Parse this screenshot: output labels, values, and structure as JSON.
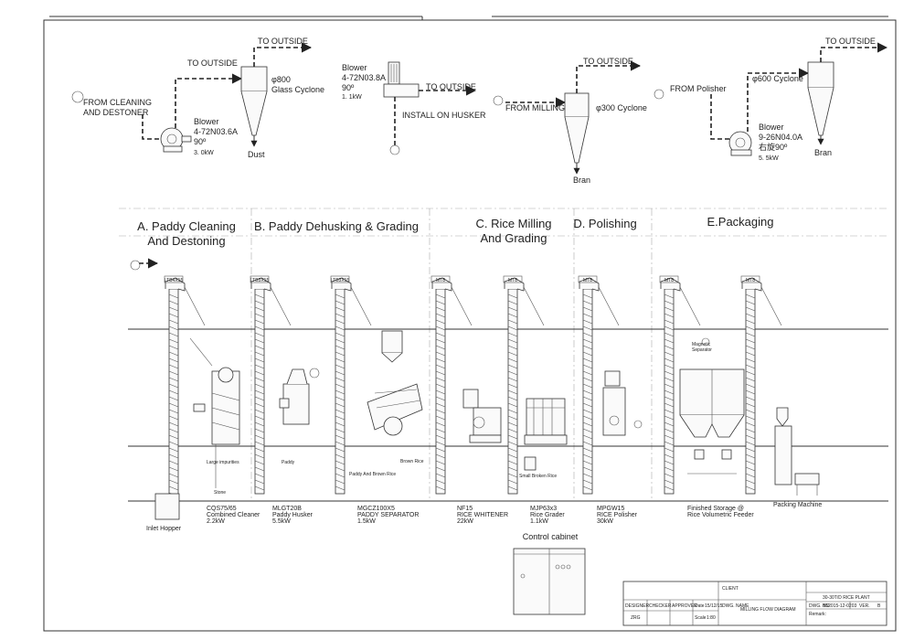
{
  "dust_systems": {
    "s1": {
      "from": "FROM CLEANING",
      "from2": "AND DESTONER",
      "to_outside_1": "TO OUTSIDE",
      "to_outside_2": "TO OUTSIDE",
      "blower": "Blower",
      "blower_model": "4-72N03.6A",
      "blower_angle": "90º",
      "blower_power": "3. 0kW",
      "cyclone": "φ800",
      "cyclone_name": "Glass Cyclone",
      "outlet": "Dust"
    },
    "s2": {
      "blower": "Blower",
      "blower_model": "4-72N03.8A",
      "blower_angle": "90º",
      "blower_power": "1. 1kW",
      "to_outside": "TO OUTSIDE",
      "install": "INSTALL ON HUSKER"
    },
    "s3": {
      "from": "FROM MILLING",
      "to_outside": "TO OUTSIDE",
      "cyclone": "φ300 Cyclone",
      "outlet": "Bran"
    },
    "s4": {
      "from": "FROM Polisher",
      "to_outside": "TO OUTSIDE",
      "cyclone": "φ600 Cyclone",
      "blower": "Blower",
      "blower_model": "9-26N04.0A",
      "blower_angle": "右旋90º",
      "blower_power": "5. 5kW",
      "outlet": "Bran"
    }
  },
  "sections": [
    {
      "line1": "A. Paddy Cleaning",
      "line2": "And Destoning"
    },
    {
      "line1": "B. Paddy Dehusking & Grading",
      "line2": ""
    },
    {
      "line1": "C. Rice Milling",
      "line2": "And Grading"
    },
    {
      "line1": "D. Polishing",
      "line2": ""
    },
    {
      "line1": "E.Packaging",
      "line2": ""
    }
  ],
  "equipment": [
    {
      "model": "CQS75/65",
      "name": "Combined Cleaner",
      "power": "2.2kW"
    },
    {
      "model": "MLGT20B",
      "name": "Paddy Husker",
      "power": "5.5kW"
    },
    {
      "model": "MGCZ100X5",
      "name": "PADDY SEPARATOR",
      "power": "1.5kW"
    },
    {
      "model": "NF15",
      "name": "RICE WHITENER",
      "power": "22kW"
    },
    {
      "model": "MJP63x3",
      "name": "Rice Grader",
      "power": "1.1kW"
    },
    {
      "model": "MPGW15",
      "name": "RICE Polisher",
      "power": "30kW"
    },
    {
      "model": "Finished Storage @",
      "name": "Rice Volumetric Feeder",
      "power": ""
    },
    {
      "model": "Packing Machine",
      "name": "",
      "power": ""
    }
  ],
  "flow_labels": {
    "stone": "Stone",
    "large_impurities": "Large impurities",
    "paddy": "Paddy",
    "paddy_brown": "Paddy And Brown Rice",
    "brown_rice": "Brown Rice",
    "small_broken": "Small Broken Rice",
    "inlet_hopper": "Inlet Hopper",
    "magnetic": "Magnetic",
    "separator": "Separator"
  },
  "elevator_tags": [
    "LTB4X15",
    "LTB3X15",
    "LTB3X15",
    "MT8",
    "MT8",
    "MT8",
    "MT8",
    "MT8"
  ],
  "markers": [
    "①",
    "②"
  ],
  "control_cabinet": "Control cabinet",
  "title_block": {
    "designer": "DESIGNER",
    "checker": "CHECKER",
    "approver": "APPROVER",
    "designer_val": "ZRG",
    "date_label": "Date",
    "date": "15/12/15",
    "scale_label": "Scale",
    "scale": "1:80",
    "dwg_label": "DWG. NAME",
    "dwg_name": "MILLING FLOW DIAGRAM",
    "client": "CLIENT",
    "project": "30-30T/D RICE PLANT",
    "dwg_no_label": "DWG. NO.",
    "dwg_no": "B52015-12-0203",
    "ver_label": "VER.",
    "ver": "B",
    "remark": "Remark:"
  }
}
